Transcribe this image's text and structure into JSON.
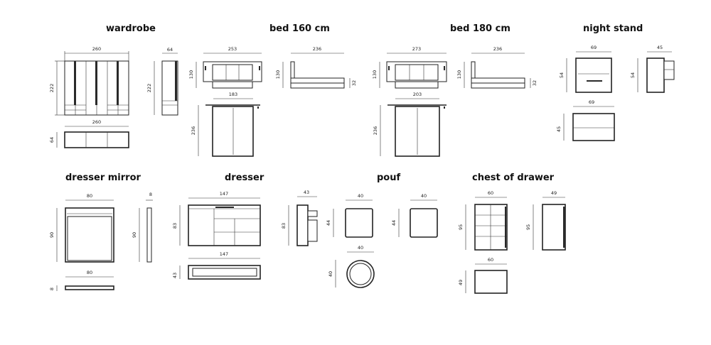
{
  "titles": {
    "wardrobe": "wardrobe",
    "bed160": "bed 160 cm",
    "bed180": "bed 180 cm",
    "nightstand": "night stand",
    "dresser_mirror": "dresser mirror",
    "dresser": "dresser",
    "pouf": "pouf",
    "chest": "chest of drawer"
  },
  "dims": {
    "wardrobe": {
      "front_w": "260",
      "front_h": "222",
      "side_d": "64",
      "side_h": "222",
      "top_w": "260",
      "top_d": "64"
    },
    "bed160": {
      "front_w": "253",
      "front_h": "130",
      "side_l": "236",
      "side_h": "130",
      "side_low": "32",
      "top_w": "183",
      "top_l": "236"
    },
    "bed180": {
      "front_w": "273",
      "front_h": "130",
      "side_l": "236",
      "side_h": "130",
      "side_low": "32",
      "top_w": "203",
      "top_l": "236"
    },
    "nightstand": {
      "front_w": "69",
      "front_h": "54",
      "side_d": "45",
      "side_h": "54",
      "top_w": "69",
      "top_d": "45"
    },
    "dresser_mirror": {
      "front_w": "80",
      "front_h": "90",
      "side_d": "8",
      "side_h": "90",
      "top_w": "80",
      "top_d": "8"
    },
    "dresser": {
      "front_w": "147",
      "front_h": "83",
      "side_d": "43",
      "side_h": "83",
      "top_w": "147",
      "top_d": "43"
    },
    "pouf": {
      "front_w": "40",
      "front_h": "44",
      "side_w": "40",
      "side_h": "44",
      "top_w": "40",
      "top_d": "40"
    },
    "chest": {
      "front_w": "60",
      "front_h": "95",
      "side_d": "49",
      "side_h": "95",
      "top_w": "60",
      "top_d": "49"
    }
  }
}
